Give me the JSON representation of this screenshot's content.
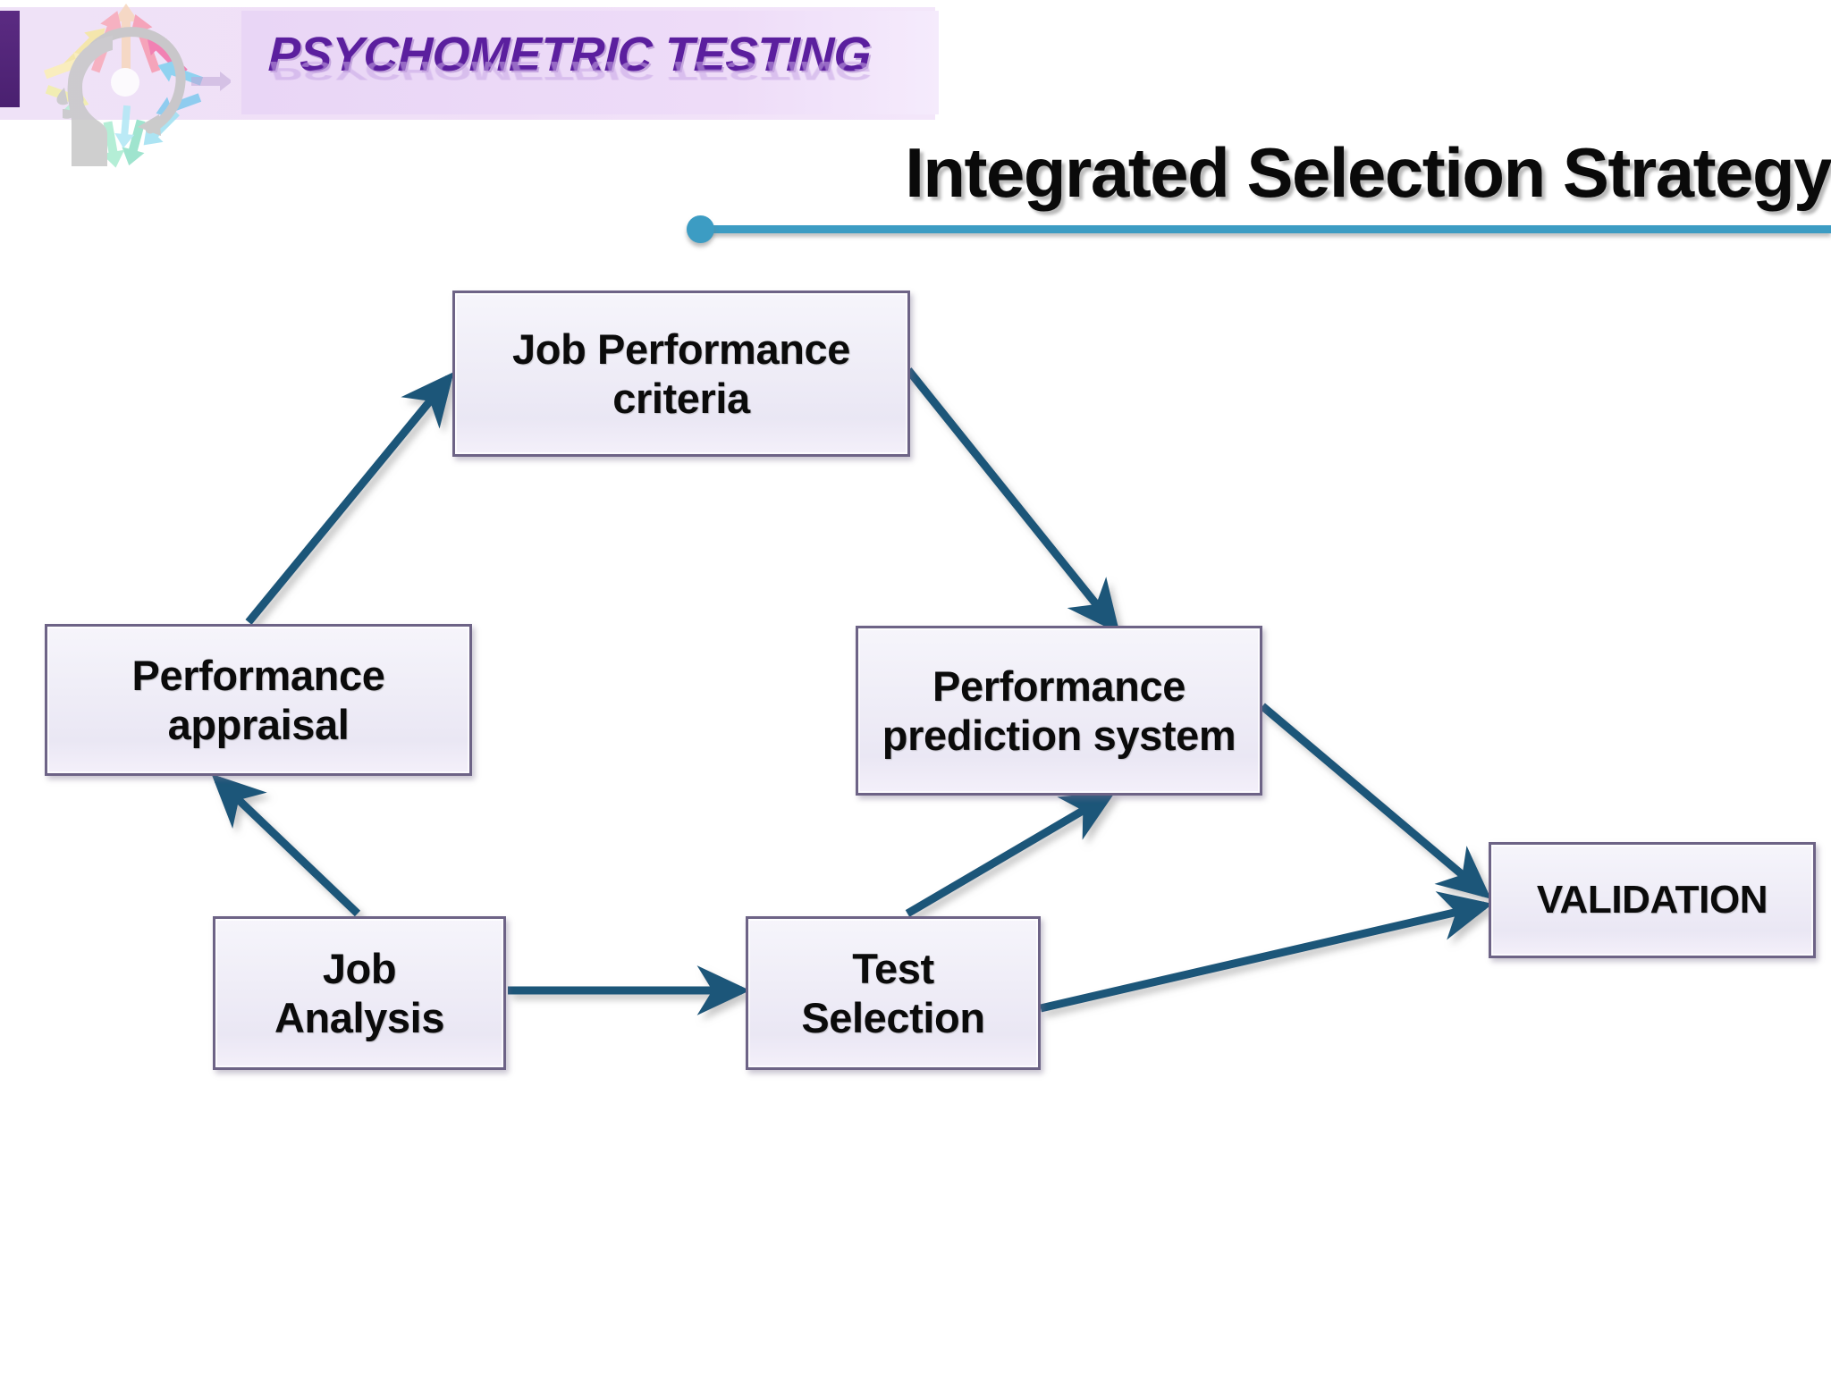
{
  "banner": {
    "title": "PSYCHOMETRIC TESTING",
    "logo_icon": "head-with-radiating-arrows-icon",
    "band_color": "#efe2f7",
    "title_color": "#5b1f9e",
    "left_tab_color": "#5b2b82"
  },
  "slide": {
    "title": "Integrated Selection Strategy",
    "title_color": "#0a0a0a",
    "accent_color": "#3c9cc3",
    "background": "#ffffff"
  },
  "diagram": {
    "box_fill": "#efedf7",
    "box_border": "#6d6386",
    "arrow_color": "#1f5679",
    "nodes": [
      {
        "id": "job-performance-criteria",
        "label": "Job Performance\ncriteria"
      },
      {
        "id": "performance-appraisal",
        "label": "Performance\nappraisal"
      },
      {
        "id": "performance-prediction-system",
        "label": "Performance\nprediction system"
      },
      {
        "id": "job-analysis",
        "label": "Job\nAnalysis"
      },
      {
        "id": "test-selection",
        "label": "Test\nSelection"
      },
      {
        "id": "validation",
        "label": "VALIDATION"
      }
    ],
    "edges": [
      {
        "from": "performance-appraisal",
        "to": "job-performance-criteria"
      },
      {
        "from": "job-performance-criteria",
        "to": "performance-prediction-system"
      },
      {
        "from": "job-analysis",
        "to": "performance-appraisal"
      },
      {
        "from": "job-analysis",
        "to": "test-selection"
      },
      {
        "from": "test-selection",
        "to": "performance-prediction-system"
      },
      {
        "from": "test-selection",
        "to": "validation"
      },
      {
        "from": "performance-prediction-system",
        "to": "validation"
      }
    ]
  }
}
